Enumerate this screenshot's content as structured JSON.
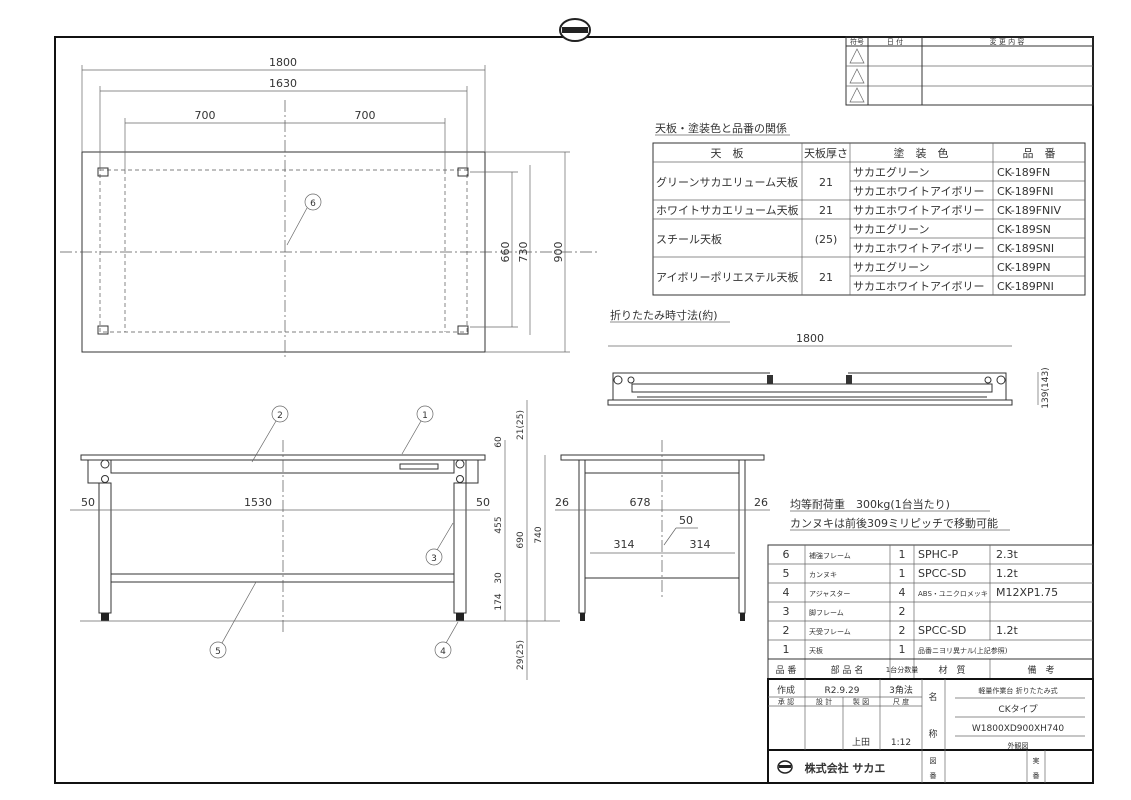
{
  "revision": {
    "headers": [
      "符号",
      "日 付",
      "変 更 内 容"
    ]
  },
  "top_view": {
    "dims": {
      "w1800": "1800",
      "w1630": "1630",
      "w700a": "700",
      "w700b": "700",
      "h660": "660",
      "h730": "730",
      "h900": "900"
    },
    "callout": "6"
  },
  "front_view": {
    "dims": {
      "d1530": "1530",
      "d50a": "50",
      "d50b": "50",
      "d60": "60",
      "d21": "21(25)",
      "d455": "455",
      "d690": "690",
      "d740": "740",
      "d30": "30",
      "d174": "174",
      "d29": "29(25)"
    },
    "callouts": [
      "1",
      "2",
      "3",
      "4",
      "5"
    ]
  },
  "side_view": {
    "dims": {
      "d26a": "26",
      "d678": "678",
      "d26b": "26",
      "d314a": "314",
      "d314b": "314",
      "d50": "50"
    }
  },
  "folded": {
    "title": "折りたたみ時寸法(約)",
    "width": "1800",
    "height": "139(143)"
  },
  "notes": [
    "均等耐荷重　300kg(1台当たり)",
    "カンヌキは前後309ミリピッチで移動可能"
  ],
  "color_table": {
    "title": "天板・塗装色と品番の関係",
    "headers": [
      "天　板",
      "天板厚さ",
      "塗　装　色",
      "品　番"
    ],
    "groups": [
      {
        "top": "グリーンサカエリューム天板",
        "thick": "21",
        "rows": [
          [
            "サカエグリーン",
            "CK-189FN"
          ],
          [
            "サカエホワイトアイボリー",
            "CK-189FNI"
          ]
        ]
      },
      {
        "top": "ホワイトサカエリューム天板",
        "thick": "21",
        "rows": [
          [
            "サカエホワイトアイボリー",
            "CK-189FNIV"
          ]
        ]
      },
      {
        "top": "スチール天板",
        "thick": "(25)",
        "rows": [
          [
            "サカエグリーン",
            "CK-189SN"
          ],
          [
            "サカエホワイトアイボリー",
            "CK-189SNI"
          ]
        ]
      },
      {
        "top": "アイボリーポリエステル天板",
        "thick": "21",
        "rows": [
          [
            "サカエグリーン",
            "CK-189PN"
          ],
          [
            "サカエホワイトアイボリー",
            "CK-189PNI"
          ]
        ]
      }
    ]
  },
  "parts": {
    "rows": [
      [
        "6",
        "補強フレーム",
        "1",
        "SPHC-P",
        "2.3t"
      ],
      [
        "5",
        "カンヌキ",
        "1",
        "SPCC-SD",
        "1.2t"
      ],
      [
        "4",
        "アジャスター",
        "4",
        "ABS・ユニクロメッキ",
        "M12XP1.75"
      ],
      [
        "3",
        "脚フレーム",
        "2",
        "",
        ""
      ],
      [
        "2",
        "天受フレーム",
        "2",
        "SPCC-SD",
        "1.2t"
      ],
      [
        "1",
        "天板",
        "1",
        "品番ニヨリ異ナル(上記参照)",
        ""
      ]
    ],
    "headers": [
      "品 番",
      "部 品 名",
      "1台分数量",
      "材　質",
      "備　考"
    ]
  },
  "title_block": {
    "created_label": "作成",
    "date": "R2.9.29",
    "projection": "3角法",
    "sub": [
      "承 認",
      "設 計",
      "製 図",
      "尺 度"
    ],
    "drafter": "上田",
    "scale": "1:12",
    "name_label1": "名",
    "name_label2": "称",
    "name": [
      "軽量作業台 折りたたみ式",
      "CKタイプ",
      "W1800XD900XH740",
      "外観図"
    ],
    "company": "株式会社 サカエ",
    "drawing_no_label": [
      "図",
      "番"
    ],
    "sheet_label": [
      "実",
      "番"
    ]
  }
}
